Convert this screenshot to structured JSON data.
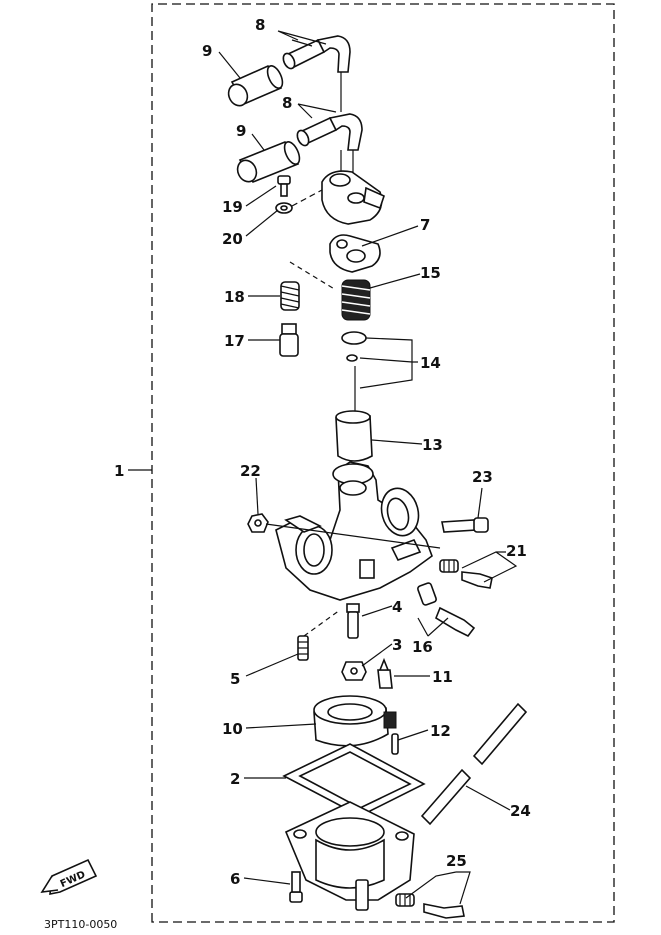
{
  "diagram": {
    "part_code": "3PT110-0050",
    "fwd_label": "FWD",
    "callouts": {
      "c1": "1",
      "c2": "2",
      "c3": "3",
      "c4": "4",
      "c5": "5",
      "c6": "6",
      "c7": "7",
      "c8a": "8",
      "c8b": "8",
      "c9a": "9",
      "c9b": "9",
      "c10": "10",
      "c11": "11",
      "c12": "12",
      "c13": "13",
      "c14": "14",
      "c15": "15",
      "c16": "16",
      "c17": "17",
      "c18": "18",
      "c19": "19",
      "c20": "20",
      "c21": "21",
      "c22": "22",
      "c23": "23",
      "c24": "24",
      "c25": "25"
    }
  }
}
